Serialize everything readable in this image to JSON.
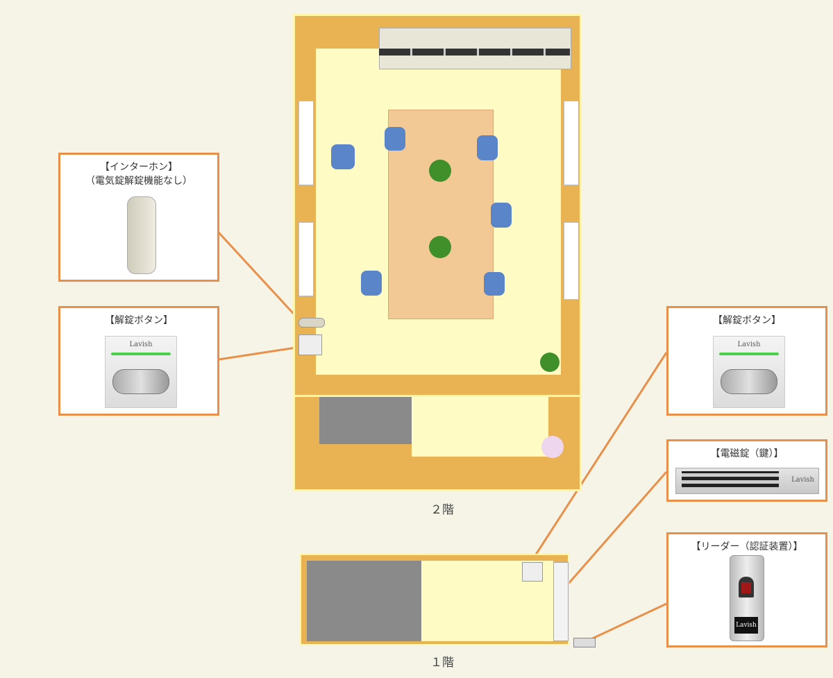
{
  "floors": {
    "second": "２階",
    "first": "１階"
  },
  "callouts": {
    "intercom": {
      "title": "【インターホン】",
      "subtitle": "（電気錠解錠機能なし）"
    },
    "unlock_left": {
      "title": "【解錠ボタン】",
      "brand": "Lavish"
    },
    "unlock_right": {
      "title": "【解錠ボタン】",
      "brand": "Lavish"
    },
    "maglock": {
      "title": "【電磁錠（鍵）】",
      "brand": "Lavish"
    },
    "reader": {
      "title": "【リーダー（認証装置）】",
      "brand": "Lavish"
    }
  },
  "colors": {
    "callout_border": "#e8904a",
    "wall": "#e9b252",
    "floor": "#fffbc4",
    "background": "#f6f4e6"
  }
}
